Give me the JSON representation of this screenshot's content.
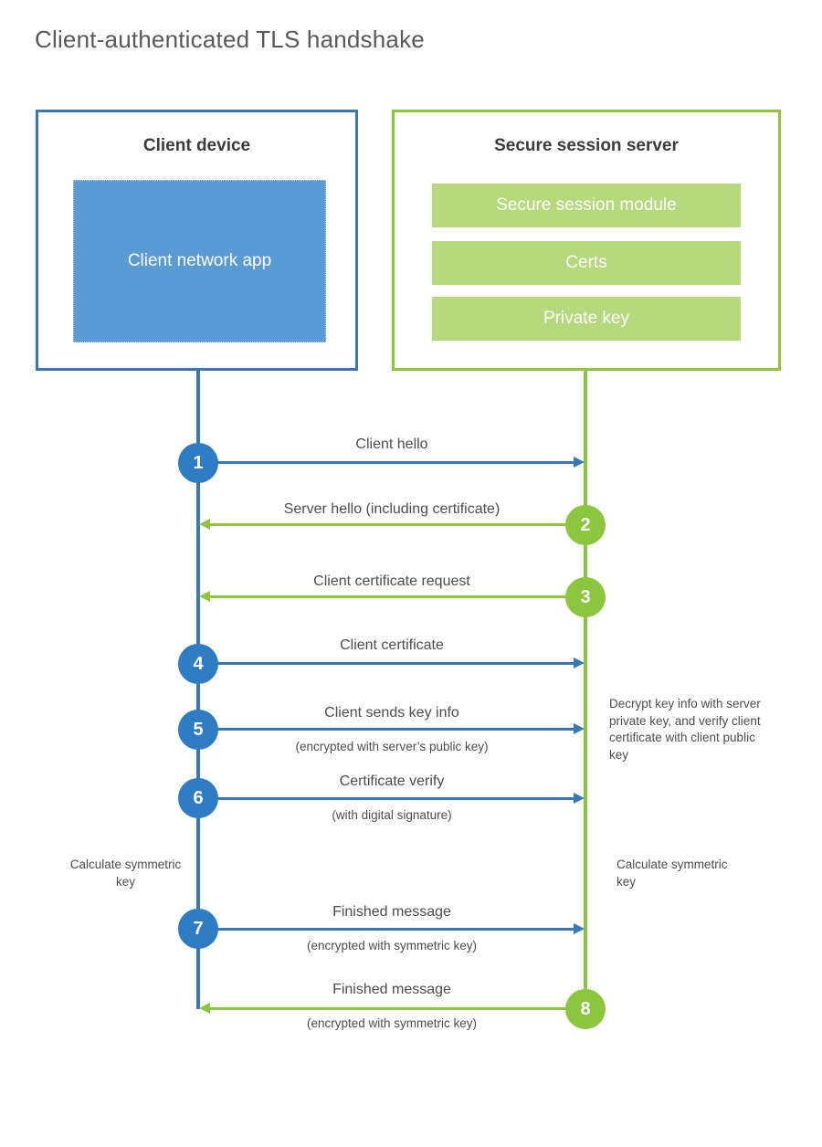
{
  "title": "Client-authenticated TLS handshake",
  "colors": {
    "blue_border": "#3a78b5",
    "blue_circle": "#2e7cc3",
    "blue_app": "#5b9bd5",
    "green_border": "#8cc63f",
    "green_circle": "#8cc63f",
    "green_bar": "#b5d97c",
    "text": "#4d4d4f",
    "title_text": "#58595b"
  },
  "client": {
    "title": "Client device",
    "app_label": "Client network app"
  },
  "server": {
    "title": "Secure session server",
    "bars": [
      "Secure session module",
      "Certs",
      "Private key"
    ]
  },
  "steps": [
    {
      "number": "1",
      "direction": "right",
      "color": "blue",
      "label": "Client hello",
      "sub": ""
    },
    {
      "number": "2",
      "direction": "left",
      "color": "green",
      "label": "Server hello (including certificate)",
      "sub": ""
    },
    {
      "number": "3",
      "direction": "left",
      "color": "green",
      "label": "Client certificate request",
      "sub": ""
    },
    {
      "number": "4",
      "direction": "right",
      "color": "blue",
      "label": "Client certificate",
      "sub": ""
    },
    {
      "number": "5",
      "direction": "right",
      "color": "blue",
      "label": "Client sends key info",
      "sub": "(encrypted with server’s public key)"
    },
    {
      "number": "6",
      "direction": "right",
      "color": "blue",
      "label": "Certificate verify",
      "sub": "(with digital signature)"
    },
    {
      "number": "7",
      "direction": "right",
      "color": "blue",
      "label": "Finished message",
      "sub": "(encrypted with symmetric key)"
    },
    {
      "number": "8",
      "direction": "left",
      "color": "green",
      "label": "Finished message",
      "sub": "(encrypted with symmetric key)"
    }
  ],
  "notes": {
    "server_decrypt": "Decrypt key info with server private key, and verify client certificate with client public key",
    "client_calculate": "Calculate symmetric key",
    "server_calculate": "Calculate symmetric key"
  }
}
